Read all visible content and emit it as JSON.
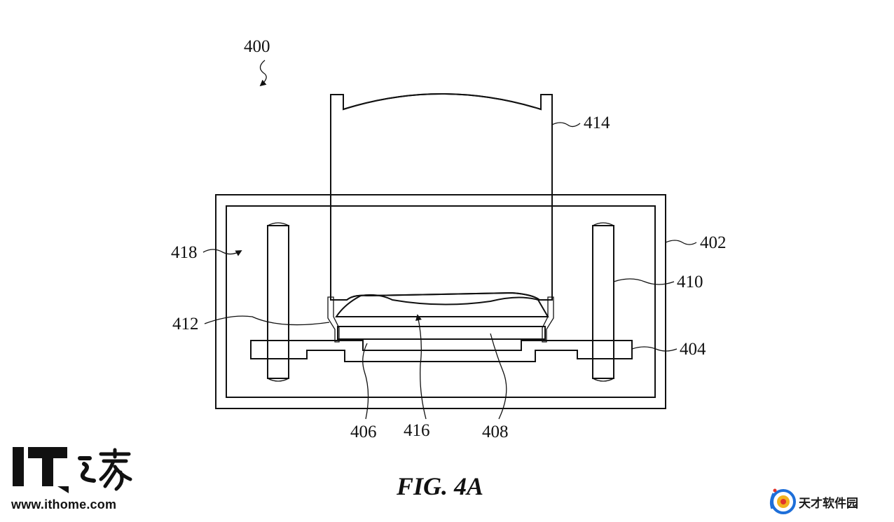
{
  "figure": {
    "caption": "FIG. 4A",
    "labels": {
      "assembly": "400",
      "housing": "402",
      "substrate": "404",
      "left_bottom": "406",
      "right_bottom": "408",
      "pillar": "410",
      "adhesive": "412",
      "lens": "414",
      "cavity": "416",
      "fill": "418"
    }
  },
  "watermark_left": {
    "logo_text": "IT之家",
    "url": "www.ithome.com"
  },
  "watermark_right": {
    "text": "天才软件园"
  }
}
